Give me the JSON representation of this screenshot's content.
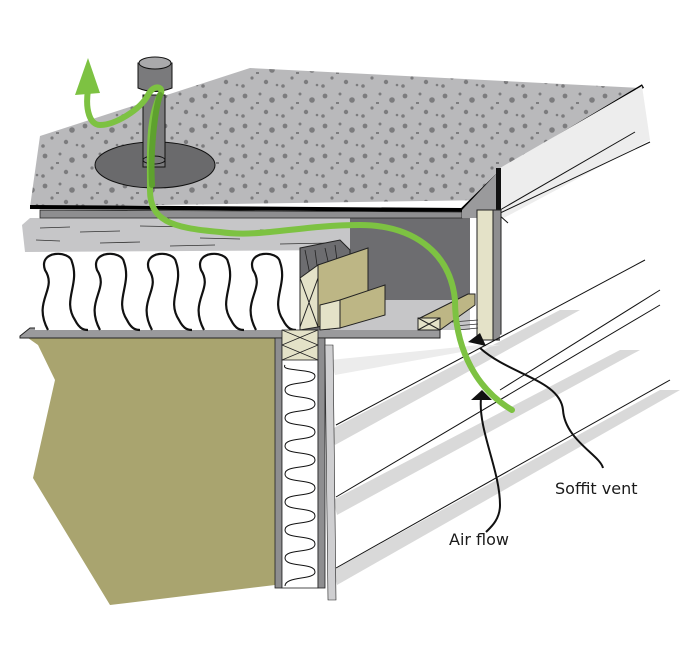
{
  "diagram": {
    "title": "Roof ventilation: soffit vent to roof vent air flow",
    "labels": {
      "soffit_vent": "Soffit vent",
      "air_flow": "Air flow"
    },
    "components": [
      "roof-vent",
      "roof-deck",
      "roof-sheathing",
      "attic-insulation",
      "ceiling-drywall",
      "rafter",
      "top-plate",
      "soffit-vent",
      "fascia",
      "siding",
      "wall-insulation",
      "interior-wall",
      "air-flow-path"
    ],
    "colors": {
      "roof_gravel": "#b9b9bb",
      "gravel_dots": "#7c7c7e",
      "vent": "#7a7a7c",
      "vent_flashing": "#6a6a6c",
      "air_flow": "#7dc242",
      "air_flow_dark": "#5ea12e",
      "lumber": "#bdb685",
      "lumber_light": "#e4e2c8",
      "interior_wall": "#a9a46f",
      "attic_space": "#6d6d70",
      "siding": "#ededed",
      "siding_shadow": "#d9d9d9",
      "frame": "#8e8e90"
    }
  }
}
